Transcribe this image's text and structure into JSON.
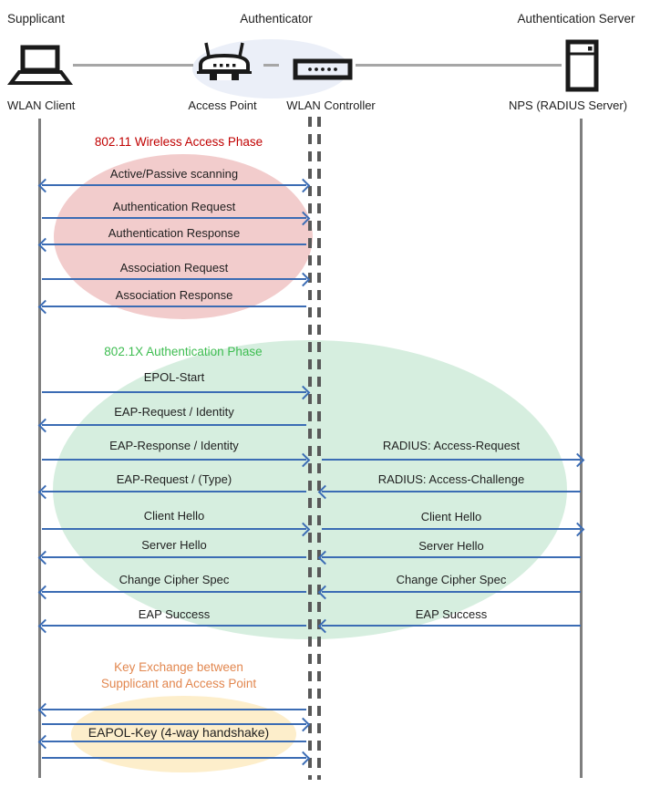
{
  "header": {
    "roles": {
      "supplicant": "Supplicant",
      "authenticator": "Authenticator",
      "auth_server": "Authentication Server"
    },
    "devices": {
      "wlan_client": "WLAN Client",
      "access_point": "Access Point",
      "wlan_controller": "WLAN Controller",
      "nps": "NPS (RADIUS Server)"
    }
  },
  "phases": [
    {
      "id": "wireless-access",
      "title": "802.11 Wireless Access Phase",
      "title_color": "#c00000",
      "ellipse_color": "#f2cccc",
      "messages": [
        {
          "label": "Active/Passive scanning",
          "direction": "both"
        },
        {
          "label": "Authentication Request",
          "direction": "right"
        },
        {
          "label": "Authentication Response",
          "direction": "left"
        },
        {
          "label": "Association Request",
          "direction": "right"
        },
        {
          "label": "Association Response",
          "direction": "left"
        }
      ]
    },
    {
      "id": "8021x-authentication",
      "title": "802.1X Authentication Phase",
      "title_color": "#3ebd51",
      "ellipse_color": "#d6eedf",
      "messages": [
        {
          "label": "EPOL-Start",
          "direction": "right"
        },
        {
          "label": "EAP-Request / Identity",
          "direction": "left"
        },
        {
          "label": "EAP-Response / Identity",
          "direction": "right"
        },
        {
          "label": "EAP-Request / (Type)",
          "direction": "left"
        },
        {
          "label": "Client Hello",
          "direction": "right"
        },
        {
          "label": "Server Hello",
          "direction": "left"
        },
        {
          "label": "Change Cipher Spec",
          "direction": "left"
        },
        {
          "label": "EAP Success",
          "direction": "left"
        }
      ],
      "radius_messages": [
        {
          "label": "RADIUS: Access-Request",
          "direction": "right"
        },
        {
          "label": "RADIUS: Access-Challenge",
          "direction": "left"
        },
        {
          "label": "Client Hello",
          "direction": "right"
        },
        {
          "label": "Server Hello",
          "direction": "left"
        },
        {
          "label": "Change Cipher Spec",
          "direction": "left"
        },
        {
          "label": "EAP Success",
          "direction": "left"
        }
      ]
    },
    {
      "id": "key-exchange",
      "title_line1": "Key Exchange between",
      "title_line2": "Supplicant and Access Point",
      "title_color": "#e2874f",
      "ellipse_color": "#fdeecb",
      "key_label": "EAPOL-Key (4-way handshake)",
      "messages": [
        {
          "direction": "left"
        },
        {
          "direction": "right"
        },
        {
          "direction": "left"
        },
        {
          "direction": "right"
        }
      ]
    }
  ],
  "colors": {
    "arrow": "#3b6cb4",
    "lifeline": "#7f7f7f",
    "dashed_lifeline": "#595959",
    "connector": "#a6a6a6",
    "authenticator_ellipse": "#ebeff8",
    "text": "#1f1f1f"
  }
}
